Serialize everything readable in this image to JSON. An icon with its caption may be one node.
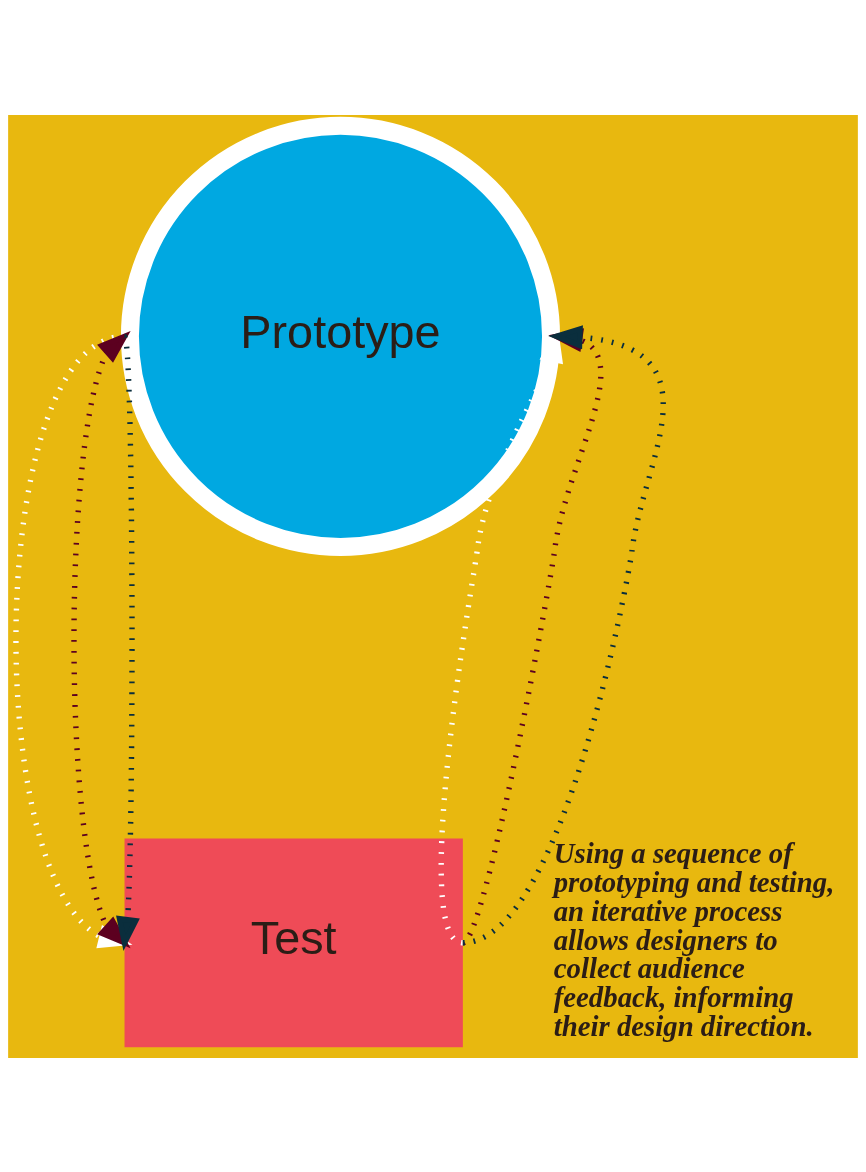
{
  "diagram": {
    "nodes": [
      {
        "text": [
          "Prototype"
        ]
      },
      {
        "text": [
          "Test"
        ]
      }
    ],
    "edges": [
      {
        "from": 0,
        "to": 1,
        "arrow": "to",
        "color": "#ffffff"
      },
      {
        "from": 0,
        "to": 1,
        "arrow": "both",
        "color": "#5c0020"
      },
      {
        "from": 0,
        "to": 1,
        "arrow": "to",
        "color": "#0a2e3d"
      },
      {
        "from": 1,
        "to": 0,
        "arrow": "to",
        "color": "#ffffff"
      },
      {
        "from": 1,
        "to": 0,
        "arrow": "to",
        "color": "#5c0020"
      },
      {
        "from": 1,
        "to": 0,
        "arrow": "to",
        "color": "#0a2e3d"
      }
    ],
    "labels": [
      "Using a sequence of prototyping and testing, an iterative process allows designers to collect audience feedback, informing their design direction."
    ]
  }
}
